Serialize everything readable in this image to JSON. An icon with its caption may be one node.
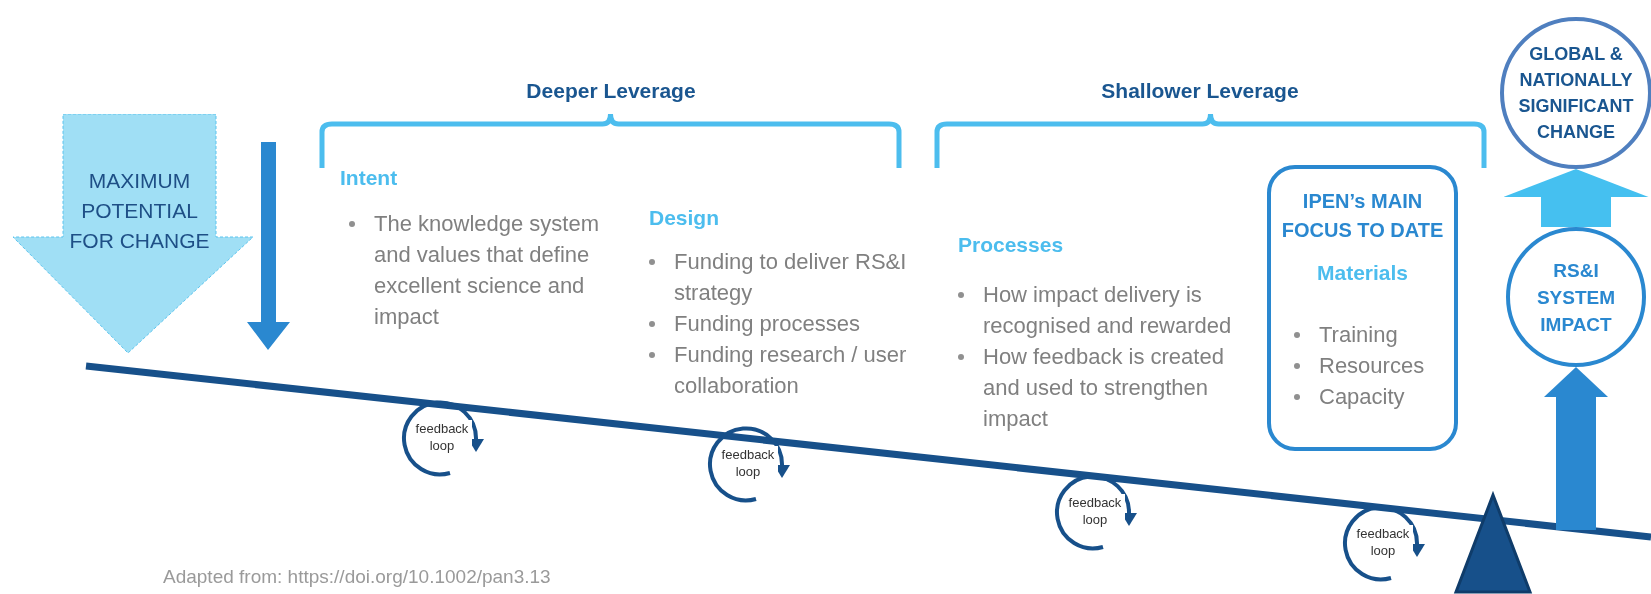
{
  "diagram": {
    "caption": "Adapted from: https://doi.org/10.1002/pan3.13",
    "nodes": [
      {
        "text": [
          "MAXIMUM POTENTIAL FOR CHANGE"
        ]
      },
      {
        "text": [
          "IPEN’s MAIN FOCUS TO DATE",
          "Materials",
          "Training",
          "Resources",
          "Capacity"
        ]
      },
      {
        "text": [
          "GLOBAL & NATIONALLY SIGNIFICANT CHANGE"
        ]
      },
      {
        "text": [
          "RS&I SYSTEM IMPACT"
        ]
      }
    ],
    "edges": [
      {
        "from": 3,
        "to": 2,
        "arrow": "to",
        "color": "#45c0f0"
      },
      {
        "from": null,
        "to": 3,
        "arrow": "to",
        "color": "#2a88d0"
      }
    ],
    "labels": [
      "Deeper Leverage",
      "Shallower Leverage",
      "Intent",
      "The knowledge system and values that define excellent science and impact",
      "Design",
      "Funding to deliver RS&I strategy",
      "Funding processes",
      "Funding research / user collaboration",
      "Processes",
      "How impact delivery is recognised and rewarded",
      "How feedback is created and used to strengthen impact",
      "feedback loop",
      "feedback loop",
      "feedback loop",
      "feedback loop"
    ]
  }
}
